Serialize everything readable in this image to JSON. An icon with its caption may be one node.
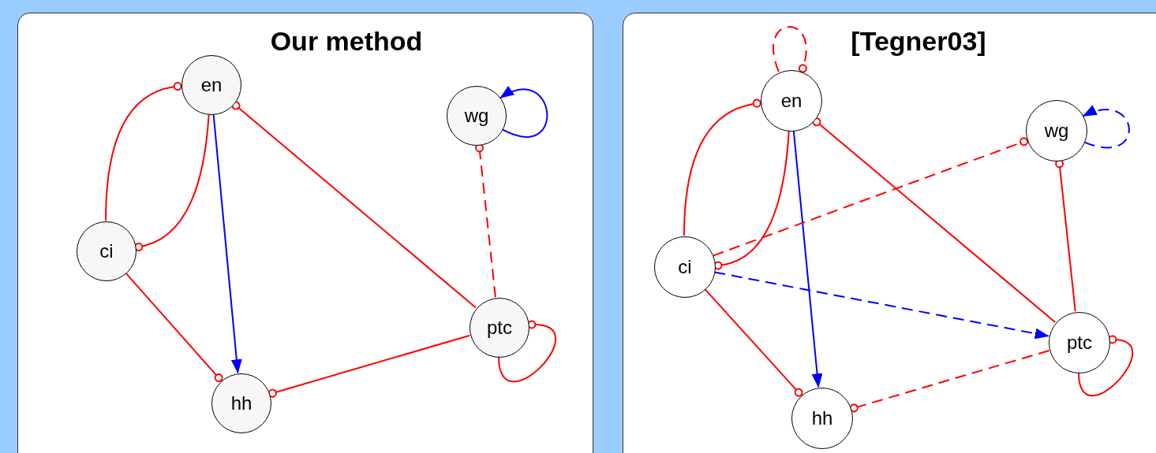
{
  "diagram": {
    "nodes": [
      {
        "text": [
          "Our method"
        ]
      },
      {
        "text": [
          "[Tegner03]"
        ]
      },
      {
        "text": [
          "en"
        ],
        "in": 0
      },
      {
        "text": [
          "wg"
        ],
        "in": 0
      },
      {
        "text": [
          "ci"
        ],
        "in": 0
      },
      {
        "text": [
          "ptc"
        ],
        "in": 0
      },
      {
        "text": [
          "hh"
        ],
        "in": 0
      },
      {
        "text": [
          "en"
        ],
        "in": 1
      },
      {
        "text": [
          "wg"
        ],
        "in": 1
      },
      {
        "text": [
          "ci"
        ],
        "in": 1
      },
      {
        "text": [
          "ptc"
        ],
        "in": 1
      },
      {
        "text": [
          "hh"
        ],
        "in": 1
      }
    ],
    "edges": [
      {
        "from": 4,
        "to": 2,
        "arrow": "other"
      },
      {
        "from": 2,
        "to": 4,
        "arrow": "other"
      },
      {
        "from": 2,
        "to": 6,
        "arrow": "to",
        "color": "#0000ff"
      },
      {
        "from": 5,
        "to": 2,
        "arrow": "other"
      },
      {
        "from": 5,
        "to": 3,
        "arrow": "other",
        "style": "dashed"
      },
      {
        "from": 3,
        "to": 3,
        "arrow": "to",
        "color": "#0000ff"
      },
      {
        "from": 5,
        "to": 5,
        "arrow": "other"
      },
      {
        "from": 4,
        "to": 6,
        "arrow": "other"
      },
      {
        "from": 5,
        "to": 6,
        "arrow": "other"
      },
      {
        "from": 7,
        "to": 7,
        "arrow": "other",
        "style": "dashed"
      },
      {
        "from": 9,
        "to": 7,
        "arrow": "other"
      },
      {
        "from": 7,
        "to": 9,
        "arrow": "other"
      },
      {
        "from": 7,
        "to": 11,
        "arrow": "to",
        "color": "#0000ff"
      },
      {
        "from": 10,
        "to": 7,
        "arrow": "other"
      },
      {
        "from": 9,
        "to": 8,
        "arrow": "other",
        "style": "dashed"
      },
      {
        "from": 8,
        "to": 8,
        "arrow": "to",
        "style": "dashed",
        "color": "#0000ff"
      },
      {
        "from": 10,
        "to": 8,
        "arrow": "other"
      },
      {
        "from": 9,
        "to": 10,
        "arrow": "to",
        "style": "dashed",
        "color": "#0000ff"
      },
      {
        "from": 9,
        "to": 11,
        "arrow": "other"
      },
      {
        "from": 10,
        "to": 11,
        "arrow": "other",
        "style": "dashed"
      },
      {
        "from": 10,
        "to": 10,
        "arrow": "other"
      }
    ]
  }
}
